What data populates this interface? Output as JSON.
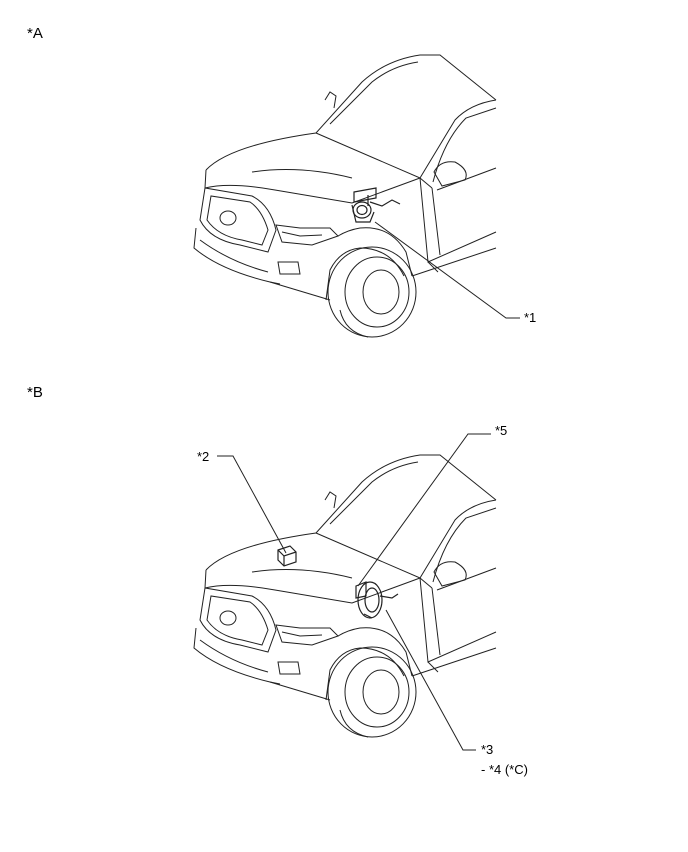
{
  "sections": [
    {
      "id": "A",
      "label": "*A",
      "callouts": [
        {
          "id": "1",
          "text": "*1"
        }
      ]
    },
    {
      "id": "B",
      "label": "*B",
      "callouts": [
        {
          "id": "2",
          "text": "*2"
        },
        {
          "id": "5",
          "text": "*5"
        },
        {
          "id": "3",
          "text": "*3"
        },
        {
          "id": "4",
          "text": "- *4 (*C)"
        }
      ]
    }
  ],
  "colors": {
    "line": "#222222",
    "background": "#ffffff"
  }
}
